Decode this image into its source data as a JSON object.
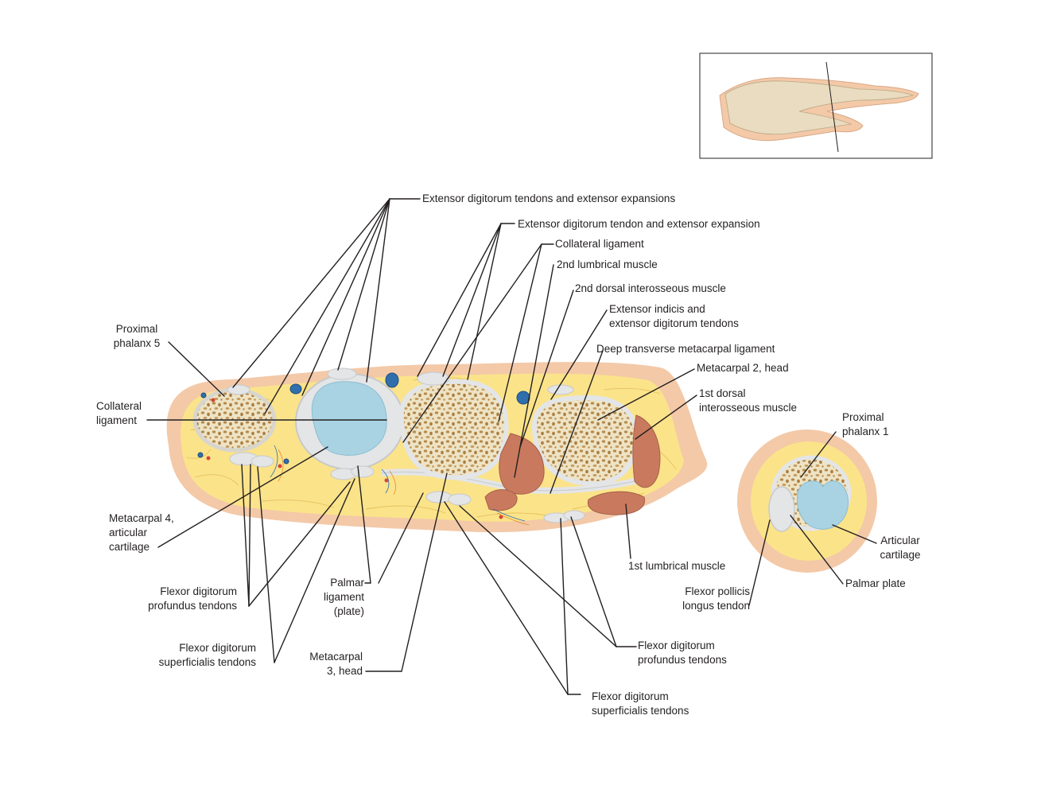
{
  "labels": {
    "extensor_tendons_expansions": "Extensor digitorum tendons and extensor expansions",
    "extensor_tendon_expansion": "Extensor digitorum tendon and extensor expansion",
    "collateral_ligament_top": "Collateral ligament",
    "lumbrical_2": "2nd lumbrical muscle",
    "dorsal_interosseous_2": "2nd dorsal interosseous muscle",
    "extensor_indicis": "Extensor indicis and\nextensor digitorum tendons",
    "deep_transverse": "Deep transverse metacarpal ligament",
    "metacarpal_2_head": "Metacarpal 2, head",
    "dorsal_interosseous_1": "1st dorsal\ninterosseous muscle",
    "proximal_phalanx_5": "Proximal\nphalanx 5",
    "collateral_ligament_left": "Collateral\nligament",
    "proximal_phalanx_1": "Proximal\nphalanx 1",
    "metacarpal_4_cartilage": "Metacarpal 4,\narticular\ncartilage",
    "fdp_left": "Flexor digitorum\nprofundus tendons",
    "fds_left": "Flexor digitorum\nsuperficialis tendons",
    "palmar_ligament": "Palmar\nligament\n(plate)",
    "metacarpal_3_head": "Metacarpal\n3, head",
    "lumbrical_1": "1st lumbrical muscle",
    "fpl": "Flexor pollicis\nlongus tendon",
    "articular_cartilage": "Articular\ncartilage",
    "palmar_plate": "Palmar plate",
    "fdp_right": "Flexor digitorum\nprofundus tendons",
    "fds_right": "Flexor digitorum\nsuperficialis tendons"
  },
  "colors": {
    "skin": "#f3c9a8",
    "fat": "#fbe38a",
    "bone": "#eee3c4",
    "bone_pore": "#b58a4c",
    "cartilage": "#a9d3e2",
    "tendon": "#e3e5e7",
    "muscle": "#c97a5e",
    "vessel": "#2f6fae",
    "leader": "#231f20"
  }
}
